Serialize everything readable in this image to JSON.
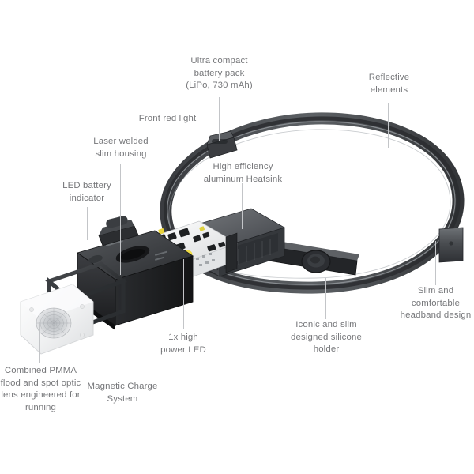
{
  "diagram": {
    "title": "Exploded view of running headlamp",
    "background_color": "#ffffff",
    "label_color": "#76777a",
    "leader_color": "#c3c5c8"
  },
  "callouts": [
    {
      "id": "battery-pack",
      "text": "Ultra compact\nbattery pack\n(LiPo, 730 mAh)",
      "align": "center"
    },
    {
      "id": "reflective-elements",
      "text": "Reflective\nelements",
      "align": "center"
    },
    {
      "id": "front-red-light",
      "text": "Front red light",
      "align": "center"
    },
    {
      "id": "laser-welded-housing",
      "text": "Laser welded\nslim housing",
      "align": "center"
    },
    {
      "id": "heatsink",
      "text": "High efficiency\naluminum Heatsink",
      "align": "center"
    },
    {
      "id": "led-battery-indicator",
      "text": "LED battery\nindicator",
      "align": "center"
    },
    {
      "id": "headband-design",
      "text": "Slim and\ncomfortable\nheadband design",
      "align": "center"
    },
    {
      "id": "silicone-holder",
      "text": "Iconic and slim\ndesigned silicone\nholder",
      "align": "center"
    },
    {
      "id": "high-power-led",
      "text": "1x high\npower LED",
      "align": "center"
    },
    {
      "id": "magnetic-charge-system",
      "text": "Magnetic Charge\nSystem",
      "align": "center"
    },
    {
      "id": "pmma-lens",
      "text": "Combined PMMA\nflood and spot optic\nlens engineered for\nrunning",
      "align": "center"
    }
  ],
  "components": {
    "headband": "elliptical reflective headband",
    "battery_module": "battery pack module on band",
    "silicone_holder": "silicone holder with pivot button",
    "heatsink": "aluminum heatsink fin block",
    "pcb": "LED circuit board with emitters",
    "housing": "laser welded slim housing shell",
    "indicator_button": "LED battery indicator button",
    "bezel": "magnetic charge bezel frame",
    "lens": "PMMA flood and spot optic lens"
  }
}
